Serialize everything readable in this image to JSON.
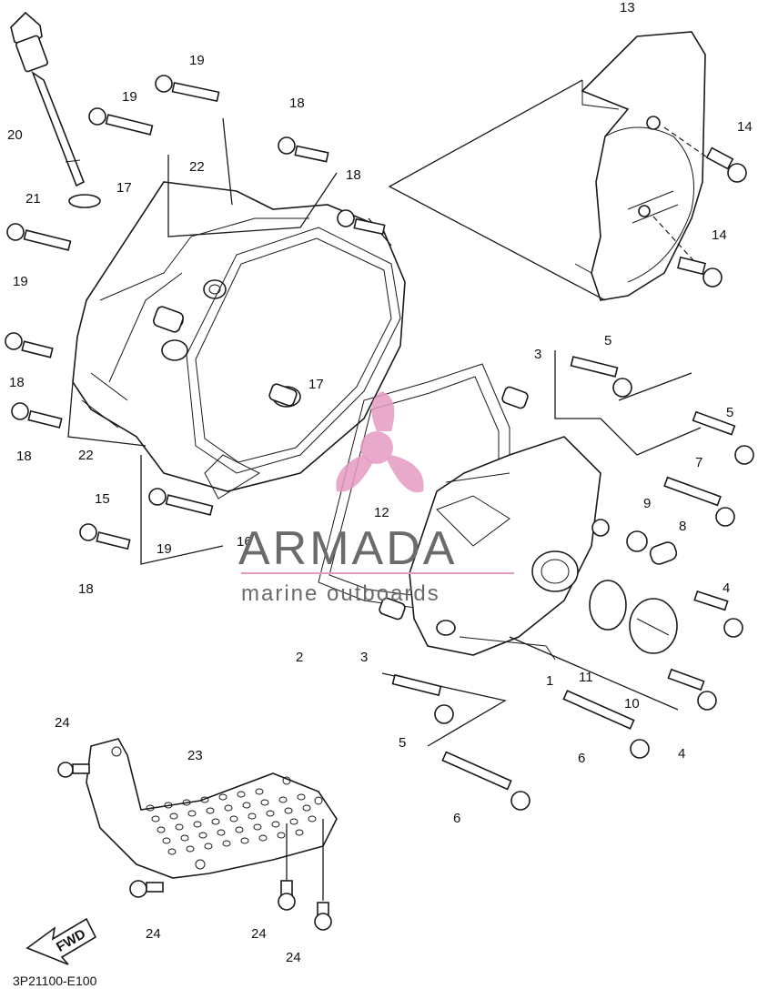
{
  "watermark": {
    "brand": "ARMADA",
    "tagline": "marine outboards",
    "logo_color": "#e59ac1",
    "text_color": "#6b6b6b"
  },
  "footer_code": "3P21100-E100",
  "fwd_label": "FWD",
  "callouts": [
    {
      "id": "13",
      "label": "13"
    },
    {
      "id": "14a",
      "label": "14"
    },
    {
      "id": "14b",
      "label": "14"
    },
    {
      "id": "19a",
      "label": "19"
    },
    {
      "id": "19b",
      "label": "19"
    },
    {
      "id": "20",
      "label": "20"
    },
    {
      "id": "18a",
      "label": "18"
    },
    {
      "id": "18b",
      "label": "18"
    },
    {
      "id": "22a",
      "label": "22"
    },
    {
      "id": "17a",
      "label": "17"
    },
    {
      "id": "21",
      "label": "21"
    },
    {
      "id": "19c",
      "label": "19"
    },
    {
      "id": "3a",
      "label": "3"
    },
    {
      "id": "5a",
      "label": "5"
    },
    {
      "id": "18c",
      "label": "18"
    },
    {
      "id": "17b",
      "label": "17"
    },
    {
      "id": "5b",
      "label": "5"
    },
    {
      "id": "18d",
      "label": "18"
    },
    {
      "id": "22b",
      "label": "22"
    },
    {
      "id": "7",
      "label": "7"
    },
    {
      "id": "15",
      "label": "15"
    },
    {
      "id": "12",
      "label": "12"
    },
    {
      "id": "9",
      "label": "9"
    },
    {
      "id": "8",
      "label": "8"
    },
    {
      "id": "19d",
      "label": "19"
    },
    {
      "id": "16",
      "label": "16"
    },
    {
      "id": "18e",
      "label": "18"
    },
    {
      "id": "4a",
      "label": "4"
    },
    {
      "id": "2",
      "label": "2"
    },
    {
      "id": "3b",
      "label": "3"
    },
    {
      "id": "1",
      "label": "1"
    },
    {
      "id": "11",
      "label": "11"
    },
    {
      "id": "10",
      "label": "10"
    },
    {
      "id": "24a",
      "label": "24"
    },
    {
      "id": "5c",
      "label": "5"
    },
    {
      "id": "4b",
      "label": "4"
    },
    {
      "id": "6a",
      "label": "6"
    },
    {
      "id": "23",
      "label": "23"
    },
    {
      "id": "6b",
      "label": "6"
    },
    {
      "id": "24b",
      "label": "24"
    },
    {
      "id": "24c",
      "label": "24"
    },
    {
      "id": "24d",
      "label": "24"
    }
  ]
}
